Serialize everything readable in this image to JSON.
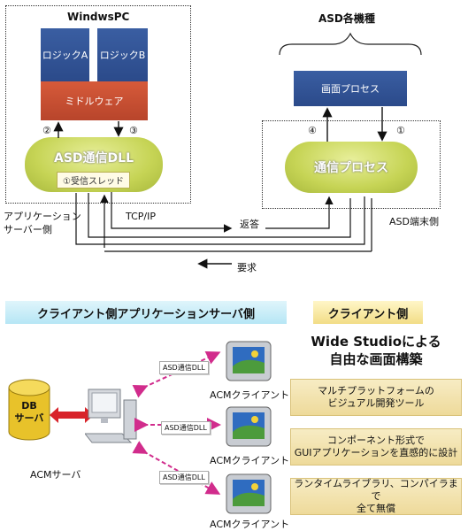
{
  "top": {
    "windows_pc_title": "WindwsPC",
    "asd_title": "ASD各機種",
    "logic_a": "ロジックA",
    "logic_b": "ロジックB",
    "middleware": "ミドルウェア",
    "asd_dll": "ASD通信DLL",
    "recv_thread": "①受信スレッド",
    "screen_process": "画面プロセス",
    "comm_process": "通信プロセス",
    "num_2": "②",
    "num_3": "③",
    "num_4": "④",
    "num_1": "①",
    "app_server_side_1": "アプリケーション",
    "app_server_side_2": "サーバー側",
    "tcpip": "TCP/IP",
    "reply": "返答",
    "asd_terminal_side": "ASD端末側",
    "request": "要求"
  },
  "bottom": {
    "client_app_server_header": "クライアント側アプリケーションサーバ側",
    "client_side_header": "クライアント側",
    "wide_studio_1": "Wide Studioによる",
    "wide_studio_2": "自由な画面構築",
    "db_1": "DB",
    "db_2": "サーバ",
    "acm_server": "ACMサーバ",
    "dll_tag": "ASD通信DLL",
    "acm_client": "ACMクライアント",
    "feature_1_line1": "マルチプラットフォームの",
    "feature_1_line2": "ビジュアル開発ツール",
    "feature_2_line1": "コンポーネント形式で",
    "feature_2_line2": "GUIアプリケーションを直感的に設計",
    "feature_3_line1": "ランタイムライブラリ、コンパイラまで",
    "feature_3_line2": "全て無償"
  }
}
